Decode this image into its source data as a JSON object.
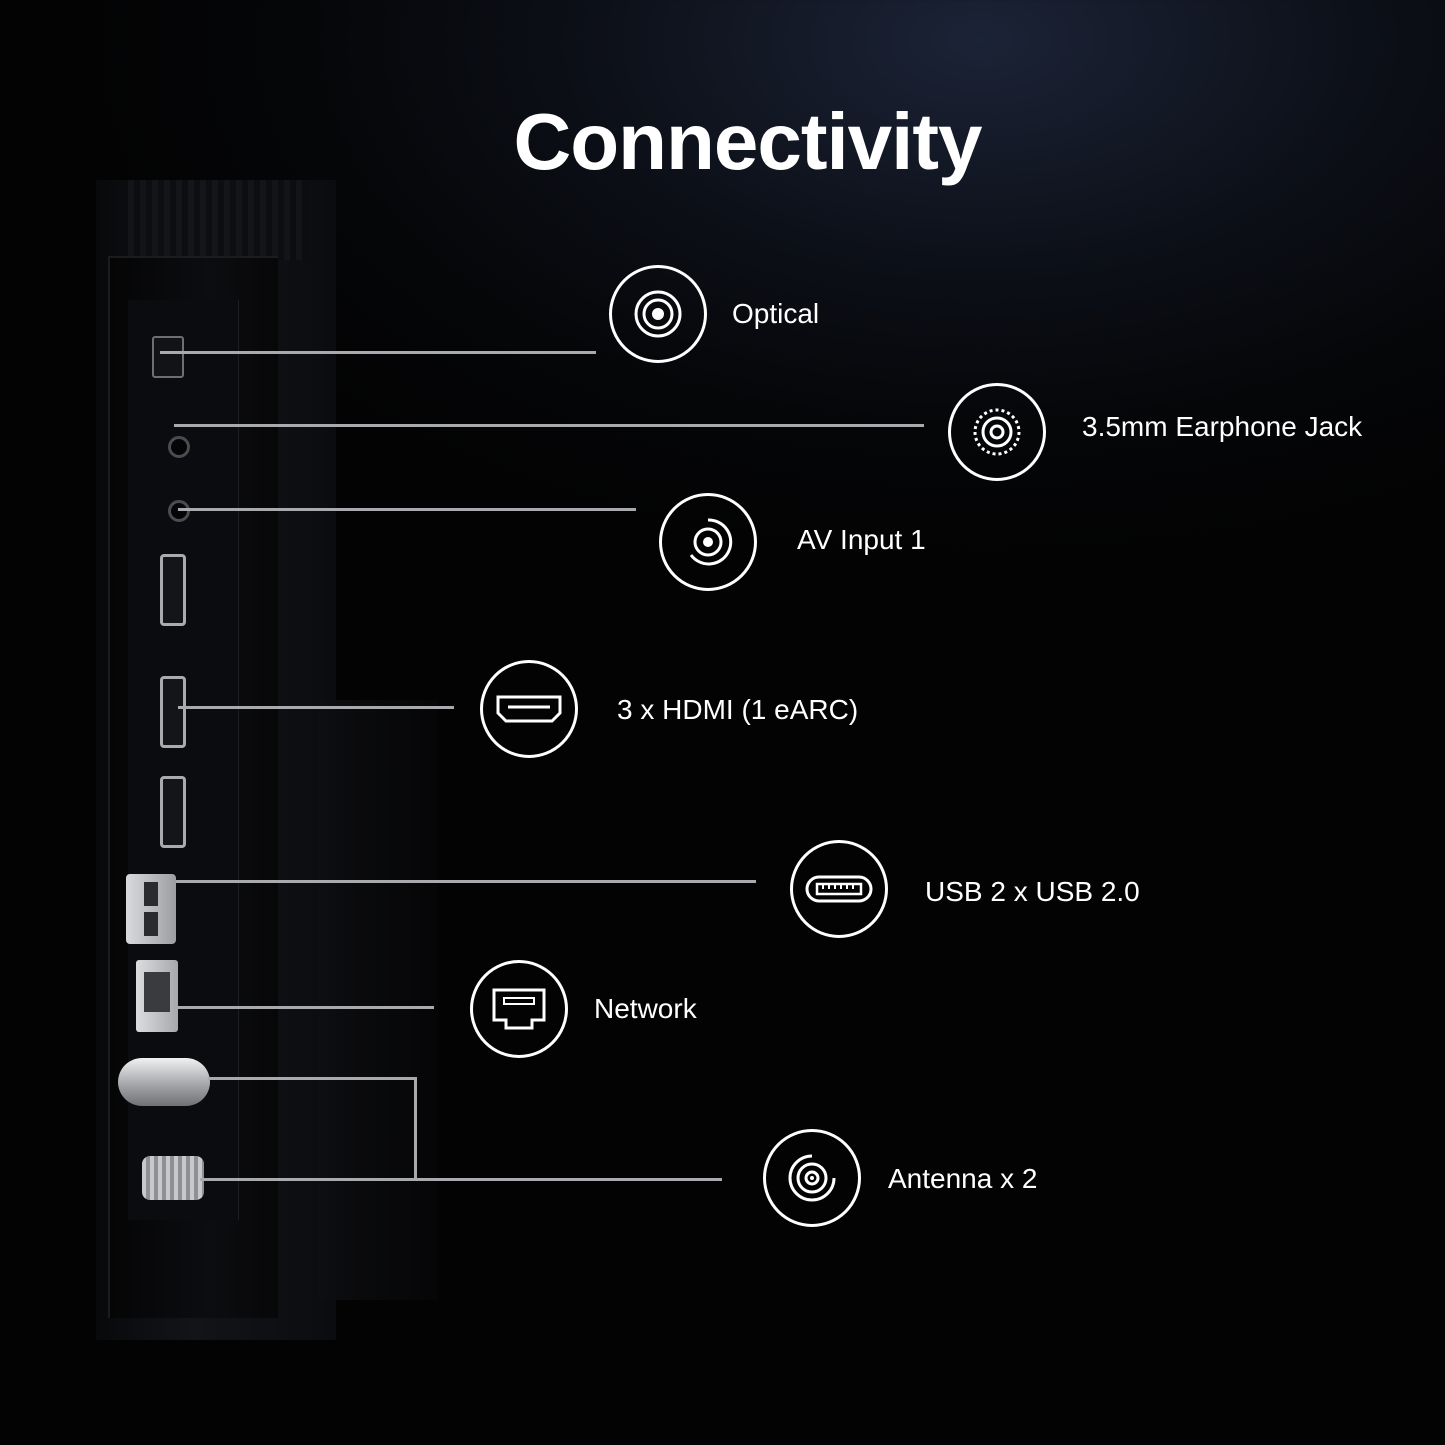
{
  "title": "Connectivity",
  "ports": [
    {
      "id": "optical",
      "label": "Optical",
      "icon": "optical-icon"
    },
    {
      "id": "earphone",
      "label": "3.5mm Earphone Jack",
      "icon": "earphone-jack-icon"
    },
    {
      "id": "av",
      "label": "AV Input 1",
      "icon": "av-input-icon"
    },
    {
      "id": "hdmi",
      "label": "3 x HDMI (1 eARC)",
      "icon": "hdmi-icon"
    },
    {
      "id": "usb",
      "label": "USB 2 x USB 2.0",
      "icon": "usb-icon"
    },
    {
      "id": "network",
      "label": "Network",
      "icon": "network-icon"
    },
    {
      "id": "antenna",
      "label": "Antenna x 2",
      "icon": "antenna-icon"
    }
  ]
}
